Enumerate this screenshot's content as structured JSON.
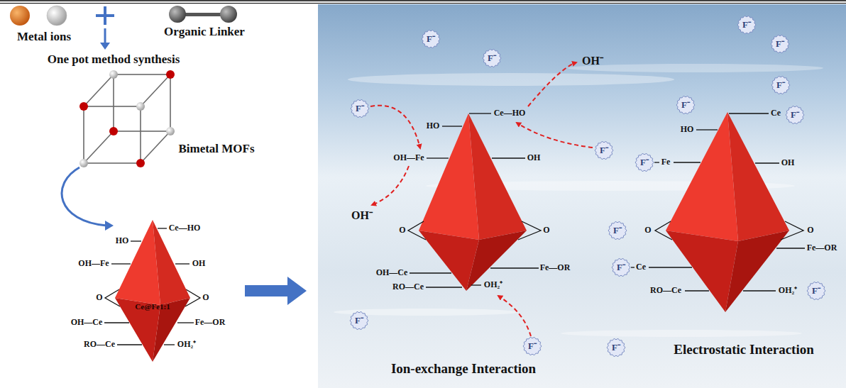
{
  "diagram": {
    "nodes": [
      {
        "text": [
          "Ce@Fe1:1"
        ]
      },
      {
        "text": [
          "F⁻"
        ]
      },
      {
        "text": [
          "F⁻"
        ]
      },
      {
        "text": [
          "F⁻"
        ]
      },
      {
        "text": [
          "F⁻"
        ]
      },
      {
        "text": [
          "F⁻"
        ]
      },
      {
        "text": [
          "F⁻"
        ]
      },
      {
        "text": [
          "F⁻"
        ]
      },
      {
        "text": [
          "F⁻"
        ]
      },
      {
        "text": [
          "F⁻"
        ]
      },
      {
        "text": [
          "F⁻"
        ]
      },
      {
        "text": [
          "F⁻"
        ]
      },
      {
        "text": [
          "F⁻"
        ]
      },
      {
        "text": [
          "F⁻"
        ]
      },
      {
        "text": [
          "F⁻"
        ]
      },
      {
        "text": [
          "F⁻"
        ]
      },
      {
        "text": [
          "F⁻"
        ]
      }
    ],
    "labels": [
      "Metal ions",
      "Organic Linker",
      "One pot method synthesis",
      "Bimetal MOFs",
      "HO",
      "Ce—HO",
      "OH—Fe",
      "OH",
      "O",
      "O",
      "Fe—OR",
      "OH—Ce",
      "RO—Ce",
      "OH₂⁺",
      "HO",
      "Ce—HO",
      "OH⁻",
      "OH—Fe",
      "OH",
      "OH⁻",
      "O",
      "O",
      "Fe—OR",
      "OH—Ce",
      "RO—Ce",
      "OH₂⁺",
      "Ce",
      "HO",
      "Fe",
      "OH",
      "O",
      "O",
      "Fe—OR",
      "Ce",
      "RO—Ce",
      "OH₂⁺",
      "Ion-exchange Interaction",
      "Electrostatic Interaction"
    ]
  }
}
